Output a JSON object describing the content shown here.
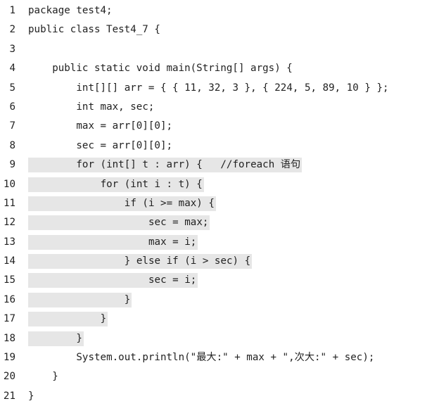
{
  "code": {
    "lines": [
      {
        "num": "1",
        "indent": 0,
        "text": "package test4;",
        "highlight": false
      },
      {
        "num": "2",
        "indent": 0,
        "text": "public class Test4_7 {",
        "highlight": false
      },
      {
        "num": "3",
        "indent": 0,
        "text": "",
        "highlight": false
      },
      {
        "num": "4",
        "indent": 4,
        "text": "public static void main(String[] args) {",
        "highlight": false
      },
      {
        "num": "5",
        "indent": 8,
        "text": "int[][] arr = { { 11, 32, 3 }, { 224, 5, 89, 10 } };",
        "highlight": false
      },
      {
        "num": "6",
        "indent": 8,
        "text": "int max, sec;",
        "highlight": false
      },
      {
        "num": "7",
        "indent": 8,
        "text": "max = arr[0][0];",
        "highlight": false
      },
      {
        "num": "8",
        "indent": 8,
        "text": "sec = arr[0][0];",
        "highlight": false
      },
      {
        "num": "9",
        "indent": 8,
        "text": "for (int[] t : arr) {   //foreach 语句",
        "highlight": true
      },
      {
        "num": "10",
        "indent": 12,
        "text": "for (int i : t) {",
        "highlight": true
      },
      {
        "num": "11",
        "indent": 16,
        "text": "if (i >= max) {",
        "highlight": true
      },
      {
        "num": "12",
        "indent": 20,
        "text": "sec = max;",
        "highlight": true
      },
      {
        "num": "13",
        "indent": 20,
        "text": "max = i;",
        "highlight": true
      },
      {
        "num": "14",
        "indent": 16,
        "text": "} else if (i > sec) {",
        "highlight": true
      },
      {
        "num": "15",
        "indent": 20,
        "text": "sec = i;",
        "highlight": true
      },
      {
        "num": "16",
        "indent": 16,
        "text": "}",
        "highlight": true
      },
      {
        "num": "17",
        "indent": 12,
        "text": "}",
        "highlight": true
      },
      {
        "num": "18",
        "indent": 8,
        "text": "}",
        "highlight": true
      },
      {
        "num": "19",
        "indent": 8,
        "text": "System.out.println(\"最大:\" + max + \",次大:\" + sec);",
        "highlight": false
      },
      {
        "num": "20",
        "indent": 4,
        "text": "}",
        "highlight": false
      },
      {
        "num": "21",
        "indent": 0,
        "text": "}",
        "highlight": false
      }
    ]
  },
  "colors": {
    "text": "#222222",
    "highlight_background": "#e6e6e6",
    "page_background": "#ffffff"
  }
}
